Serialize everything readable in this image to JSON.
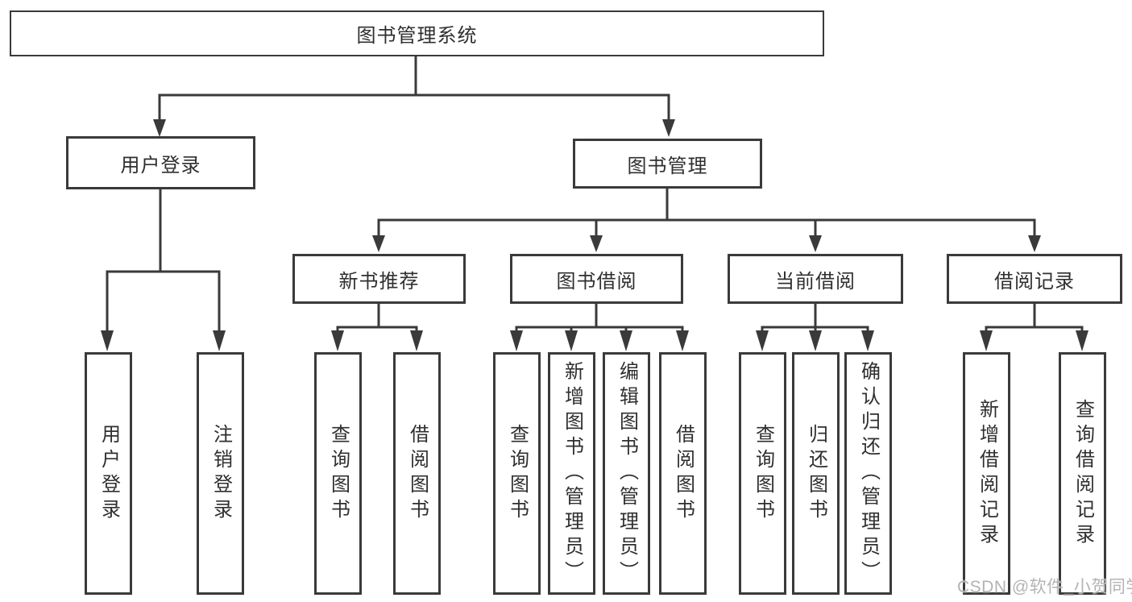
{
  "diagram": {
    "root": {
      "label": "图书管理系统"
    },
    "branches": [
      {
        "label": "用户登录",
        "children": [
          {
            "label": "用户登录"
          },
          {
            "label": "注销登录"
          }
        ]
      },
      {
        "label": "图书管理",
        "children": [
          {
            "label": "新书推荐",
            "children": [
              {
                "label": "查询图书"
              },
              {
                "label": "借阅图书"
              }
            ]
          },
          {
            "label": "图书借阅",
            "children": [
              {
                "label": "查询图书"
              },
              {
                "label": "新增图书（管理员）"
              },
              {
                "label": "编辑图书（管理员）"
              },
              {
                "label": "借阅图书"
              }
            ]
          },
          {
            "label": "当前借阅",
            "children": [
              {
                "label": "查询图书"
              },
              {
                "label": "归还图书"
              },
              {
                "label": "确认归还（管理员）"
              }
            ]
          },
          {
            "label": "借阅记录",
            "children": [
              {
                "label": "新增借阅记录"
              },
              {
                "label": "查询借阅记录"
              }
            ]
          }
        ]
      }
    ]
  },
  "watermark": {
    "text": "CSDN @软件_小贺同学"
  },
  "colors": {
    "line": "#3a3a3a",
    "text": "#2f2f2f",
    "background": "#ffffff",
    "watermark": "#b3b3b3"
  }
}
